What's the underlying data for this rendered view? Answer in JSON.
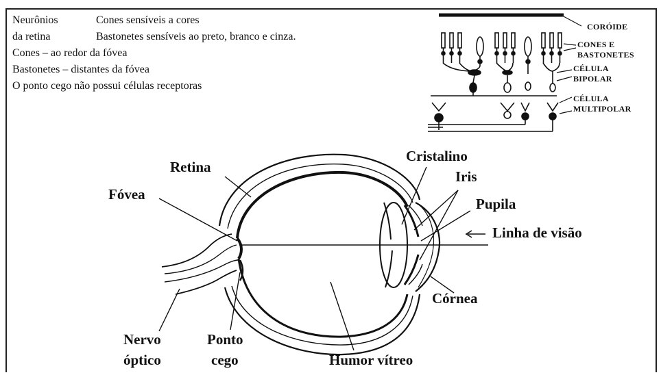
{
  "notes": {
    "neuronios_label": "Neurônios",
    "neuronios_text": "Cones sensíveis a cores",
    "retina_label": "da retina",
    "retina_text": "Bastonetes sensíveis ao preto, branco e cinza.",
    "line3": "Cones – ao redor da fóvea",
    "line4": "Bastonetes – distantes da fóvea",
    "line5": "O ponto cego não possui células receptoras"
  },
  "retina_diagram": {
    "coroide": "CORÓIDE",
    "cones_line1": "CONES E",
    "cones_line2": "BASTONETES",
    "bipolar_line1": "CÉLULA",
    "bipolar_line2": "BIPOLAR",
    "multipolar_line1": "CÉLULA",
    "multipolar_line2": "MULTIPOLAR"
  },
  "eye_labels": {
    "retina": "Retina",
    "fovea": "Fóvea",
    "cristalino": "Cristalino",
    "iris": "Iris",
    "pupila": "Pupila",
    "linha_visao": "Linha de visão",
    "cornea": "Córnea",
    "nervo_line1": "Nervo",
    "nervo_line2": "óptico",
    "ponto_line1": "Ponto",
    "ponto_line2": "cego",
    "humor": "Humor vítreo"
  }
}
